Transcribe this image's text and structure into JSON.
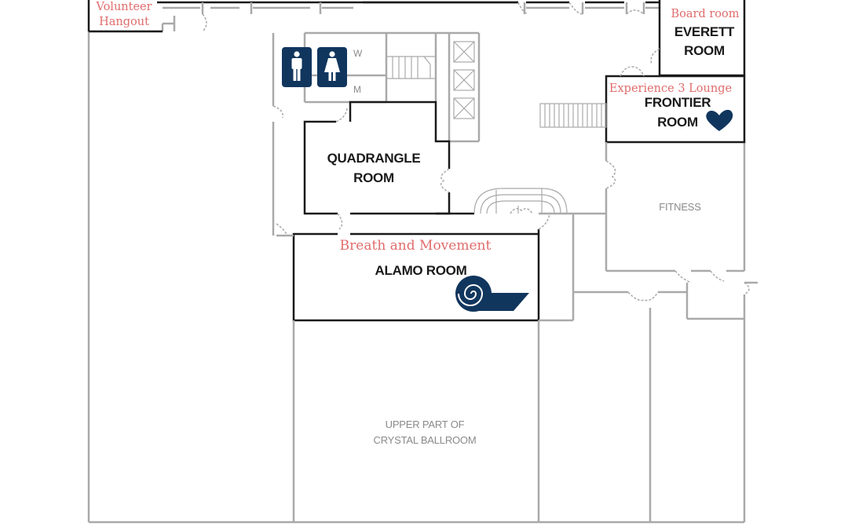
{
  "colors": {
    "event_label": "#e06c6c",
    "icon_navy": "#11365e",
    "bold_wall": "#1a1a1a",
    "thin_wall": "#a9a9a9",
    "grey_text": "#8a8a8a"
  },
  "rooms": {
    "everett": [
      "EVERETT",
      "ROOM"
    ],
    "frontier": [
      "FRONTIER",
      "ROOM"
    ],
    "quadrangle": [
      "QUADRANGLE",
      "ROOM"
    ],
    "alamo": "ALAMO ROOM",
    "fitness": "FITNESS",
    "ballroom": [
      "UPPER PART OF",
      "CRYSTAL BALLROOM"
    ],
    "restroom_w": "W",
    "restroom_m": "M"
  },
  "event_labels": {
    "volunteer": [
      "Volunteer",
      "Hangout"
    ],
    "board_room": "Board room",
    "experience": "Experience 3 Lounge",
    "breath": "Breath and Movement"
  },
  "icons": {
    "men_restroom": "men-restroom-icon",
    "women_restroom": "women-restroom-icon",
    "heart": "heart-icon",
    "yoga_mat": "yoga-mat-icon"
  }
}
